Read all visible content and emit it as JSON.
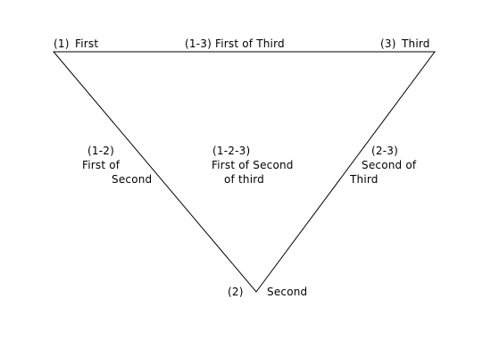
{
  "diagram": {
    "vertex_first": {
      "number": "(1)",
      "label": "First"
    },
    "vertex_third": {
      "number": "(3)",
      "label": "Third"
    },
    "vertex_second": {
      "number": "(2)",
      "label": "Second"
    },
    "edge_1_3": "(1-3) First of Third",
    "edge_1_2": {
      "number": "(1-2)",
      "line1": "First of",
      "line2": "Second"
    },
    "edge_2_3": {
      "number": "(2-3)",
      "line1": "Second of",
      "line2": "Third"
    },
    "center_1_2_3": {
      "number": "(1-2-3)",
      "line1": "First of Second",
      "line2": "of third"
    },
    "line_color": "#000000",
    "background_color": "#ffffff"
  }
}
